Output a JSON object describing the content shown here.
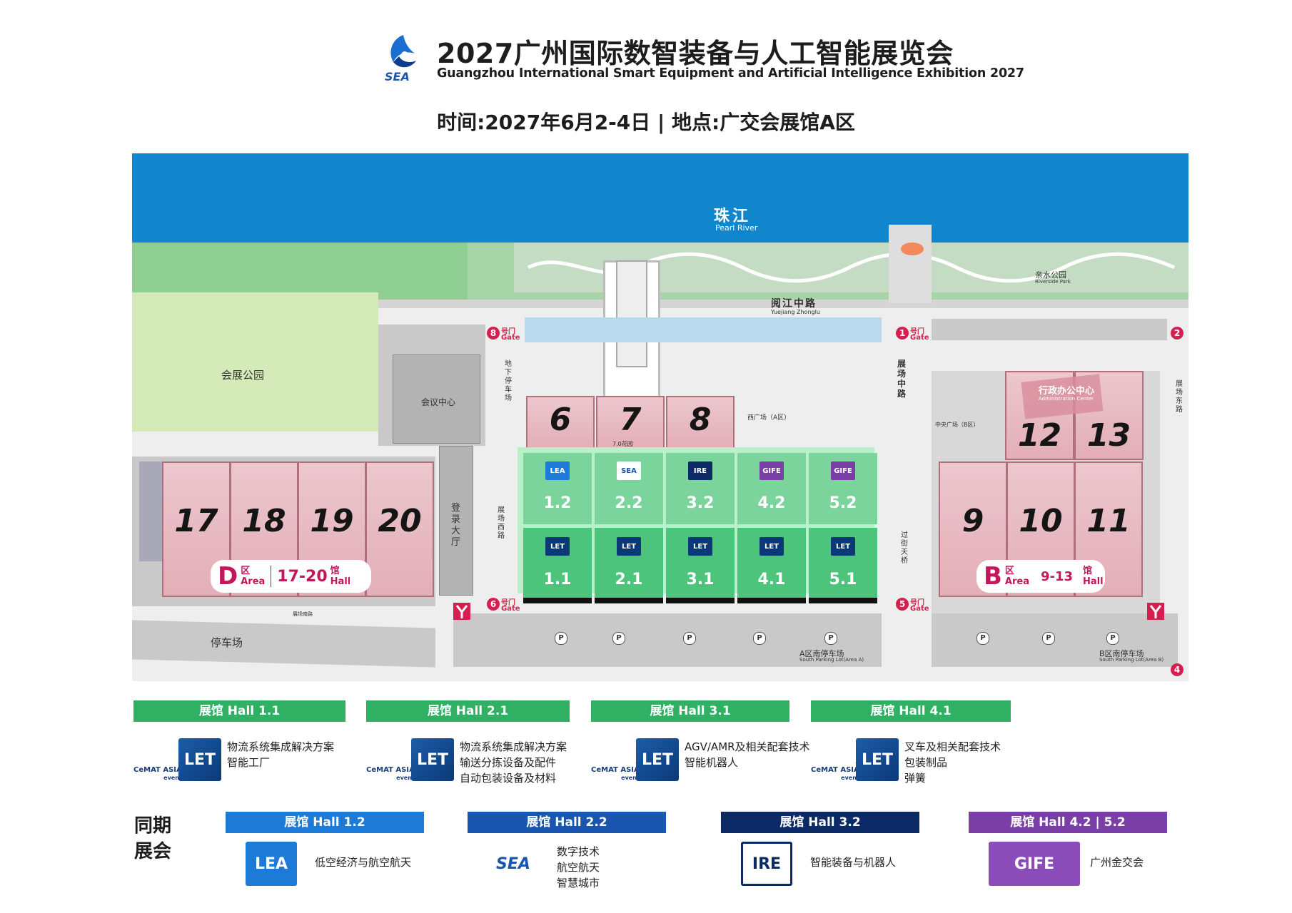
{
  "header": {
    "logo_text": "SEA",
    "title_cn": "2027广州国际数智装备与人工智能展览会",
    "title_en": "Guangzhou International Smart Equipment and Artificial Intelligence Exhibition 2027",
    "time_location": "时间:2027年6月2-4日 | 地点:广交会展馆A区"
  },
  "map": {
    "river_cn": "珠江",
    "river_en": "Pearl River",
    "riverside_park_cn": "亲水公园",
    "riverside_park_en": "Riverside Park",
    "road_cn": "阅江中路",
    "road_en": "Yuejiang Zhonglu",
    "expo_park": "会展公园",
    "conference_center": "会议中心",
    "registration_hall": "登录大厅",
    "underground_parking": "地下停车场",
    "west_road": "展场西路",
    "middle_road": "展场中路",
    "skybridge": "过街天桥",
    "west_plaza": "西广场（A区）",
    "garden": "7.0花园",
    "central_plaza": "中央广场（B区）",
    "admin_center_cn": "行政办公中心",
    "admin_center_en": "Administration Center",
    "east_road": "展场东路",
    "parking_west": "停车场",
    "parking_a_cn": "A区南停车场",
    "parking_a_en": "South Parking Lot(Area A)",
    "parking_b_cn": "B区南停车场",
    "parking_b_en": "South Parking Lot(Area B)",
    "south_road": "展场南路",
    "parking_symbol": "P",
    "gate_label_cn": "号门",
    "gate_label_en": "Gate",
    "gates": [
      "1",
      "2",
      "4",
      "5",
      "6",
      "8"
    ],
    "pink_halls_a": [
      "6",
      "7",
      "8"
    ],
    "pink_halls_b_top": [
      "12",
      "13"
    ],
    "pink_halls_b": [
      "9",
      "10",
      "11"
    ],
    "pink_halls_d": [
      "17",
      "18",
      "19",
      "20"
    ],
    "green_upper": [
      "1.2",
      "2.2",
      "3.2",
      "4.2",
      "5.2"
    ],
    "green_lower": [
      "1.1",
      "2.1",
      "3.1",
      "4.1",
      "5.1"
    ],
    "upper_logos": [
      "LEA",
      "SEA",
      "IRE",
      "GIFE",
      "GIFE"
    ],
    "lower_logo": "LET",
    "banner_d": {
      "letter": "D",
      "area_cn": "区",
      "area_en": "Area",
      "range": "17-20",
      "hall_cn": "馆",
      "hall_en": "Hall"
    },
    "banner_b": {
      "letter": "B",
      "area_cn": "区",
      "area_en": "Area",
      "range": "9-13",
      "hall_cn": "馆",
      "hall_en": "Hall"
    }
  },
  "legend": {
    "let_halls": [
      {
        "hall": "展馆 Hall  1.1",
        "lines": [
          "物流系统集成解决方案",
          "智能工厂"
        ]
      },
      {
        "hall": "展馆 Hall  2.1",
        "lines": [
          "物流系统集成解决方案",
          "输送分拣设备及配件",
          "自动包装设备及材料"
        ]
      },
      {
        "hall": "展馆 Hall  3.1",
        "lines": [
          "AGV/AMR及相关配套技术",
          "智能机器人"
        ]
      },
      {
        "hall": "展馆 Hall  4.1",
        "lines": [
          "叉车及相关配套技术",
          "包装制品",
          "弹簧"
        ]
      }
    ],
    "cemat_text": [
      "CeMAT ASIA",
      "event"
    ],
    "cemat_a": "a",
    "let_logo": "LET",
    "concurrent_label": [
      "同期",
      "展会"
    ],
    "concurrent": [
      {
        "hall": "展馆 Hall  1.2",
        "logo": "LEA",
        "lines": [
          "低空经济与航空航天"
        ],
        "color": "#1d7ad6"
      },
      {
        "hall": "展馆 Hall  2.2",
        "logo": "SEA",
        "lines": [
          "数字技术",
          "航空航天",
          "智慧城市"
        ],
        "color": "#1a56b0"
      },
      {
        "hall": "展馆 Hall  3.2",
        "logo": "IRE",
        "lines": [
          "智能装备与机器人"
        ],
        "color": "#0b2a66"
      },
      {
        "hall": "展馆 Hall  4.2 | 5.2",
        "logo": "GIFE",
        "lines": [
          "广州金交会"
        ],
        "color": "#7a3fa6"
      }
    ]
  },
  "colors": {
    "river": "#1186cd",
    "green_hall": "#4cc47c",
    "pink_hall": "#e3aeb8",
    "hall_bar_green": "#2fb062",
    "gate_red": "#d61f4f"
  }
}
